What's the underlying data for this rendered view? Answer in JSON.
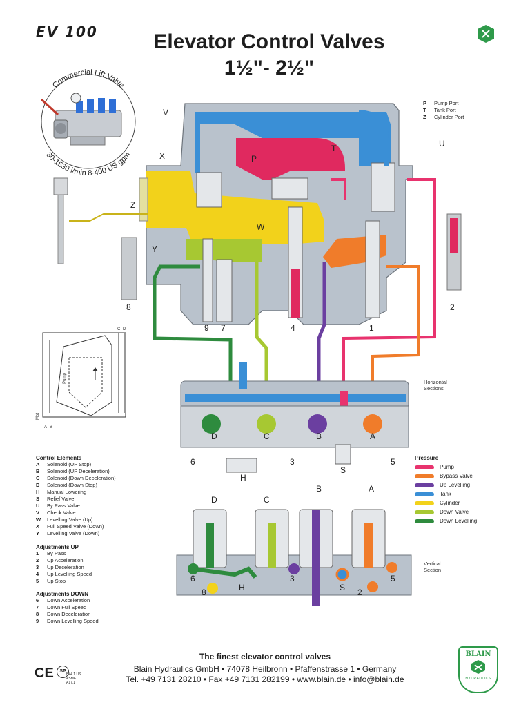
{
  "header": {
    "model": "EV 100",
    "title": "Elevator Control Valves",
    "subtitle": "1½\"- 2½\""
  },
  "badge": {
    "top": "Commercial Lift Valve",
    "bottom": "30-1530 l/min 8-400 US gpm"
  },
  "port_legend": [
    {
      "key": "P",
      "label": "Pump Port"
    },
    {
      "key": "T",
      "label": "Tank Port"
    },
    {
      "key": "Z",
      "label": "Cylinder Port"
    }
  ],
  "diagram_labels": {
    "V": "V",
    "X": "X",
    "P": "P",
    "T": "T",
    "U": "U",
    "Z": "Z",
    "W": "W",
    "Y": "Y",
    "n8": "8",
    "n9": "9",
    "n7": "7",
    "n4": "4",
    "n1": "1",
    "n2": "2",
    "D": "D",
    "C": "C",
    "B": "B",
    "A": "A",
    "H": "H",
    "S": "S",
    "n6": "6",
    "n3": "3",
    "n5": "5"
  },
  "lower_labels": {
    "D": "D",
    "C": "C",
    "B": "B",
    "A": "A",
    "n6": "6",
    "H": "H",
    "n3": "3",
    "S": "S",
    "n5": "5",
    "n8": "8",
    "n2": "2"
  },
  "circuit_labels": {
    "C": "C",
    "D": "D",
    "pump": "Pump",
    "mot": "Mot",
    "A": "A",
    "B": "B"
  },
  "section_labels": {
    "horizontal": [
      "Horizontal",
      "Sections"
    ],
    "vertical": [
      "Vertical",
      "Section"
    ]
  },
  "control_elements": {
    "heading": "Control Elements",
    "items": [
      {
        "key": "A",
        "label": "Solenoid (UP Stop)"
      },
      {
        "key": "B",
        "label": "Solenoid (UP Deceleration)"
      },
      {
        "key": "C",
        "label": "Solenoid (Down Deceleration)"
      },
      {
        "key": "D",
        "label": "Solenoid (Down Stop)"
      },
      {
        "key": "H",
        "label": "Manual Lowering"
      },
      {
        "key": "S",
        "label": "Relief Valve"
      },
      {
        "key": "U",
        "label": "By Pass Valve"
      },
      {
        "key": "V",
        "label": "Check Valve"
      },
      {
        "key": "W",
        "label": "Levelling Valve (Up)"
      },
      {
        "key": "X",
        "label": "Full Speed Valve (Down)"
      },
      {
        "key": "Y",
        "label": "Levelling Valve (Down)"
      }
    ]
  },
  "adjustments_up": {
    "heading": "Adjustments UP",
    "items": [
      {
        "key": "1",
        "label": "By Pass"
      },
      {
        "key": "2",
        "label": "Up Acceleration"
      },
      {
        "key": "3",
        "label": "Up Deceleration"
      },
      {
        "key": "4",
        "label": "Up Levelling Speed"
      },
      {
        "key": "5",
        "label": "Up Stop"
      }
    ]
  },
  "adjustments_down": {
    "heading": "Adjustments DOWN",
    "items": [
      {
        "key": "6",
        "label": "Down Acceleration"
      },
      {
        "key": "7",
        "label": "Down Full Speed"
      },
      {
        "key": "8",
        "label": "Down Deceleration"
      },
      {
        "key": "9",
        "label": "Down Levelling Speed"
      }
    ]
  },
  "pressure_legend": {
    "heading": "Pressure",
    "items": [
      {
        "label": "Pump",
        "color": "#e8336e"
      },
      {
        "label": "Bypass Valve",
        "color": "#f07c2a"
      },
      {
        "label": "Up Levelling",
        "color": "#6b3fa0"
      },
      {
        "label": "Tank",
        "color": "#3a8fd6"
      },
      {
        "label": "Cylinder",
        "color": "#f2d21b"
      },
      {
        "label": "Down Valve",
        "color": "#a7c832"
      },
      {
        "label": "Down Levelling",
        "color": "#2e8b3e"
      }
    ]
  },
  "footer": {
    "tagline": "The finest elevator control valves",
    "address": "Blain Hydraulics GmbH • 74078 Heilbronn • Pfaffenstrasse 1 • Germany",
    "contact": "Tel. +49 7131 28210 • Fax +49 7131 282199 • www.blain.de • info@blain.de",
    "ce_mark": "CE",
    "csa_mark": "SP",
    "csa_text": "B44.1 US ASME A17.1",
    "brand_top": "BLAIN",
    "brand_bottom": "HYDRAULICS"
  },
  "colors": {
    "pump": "#e8336e",
    "bypass": "#f07c2a",
    "levelling_up": "#6b3fa0",
    "tank": "#3a8fd6",
    "cylinder": "#f2d21b",
    "down_valve": "#a7c832",
    "down_levelling": "#2e8b3e",
    "body": "#b9c2cc",
    "brand_green": "#2e9a4a"
  }
}
